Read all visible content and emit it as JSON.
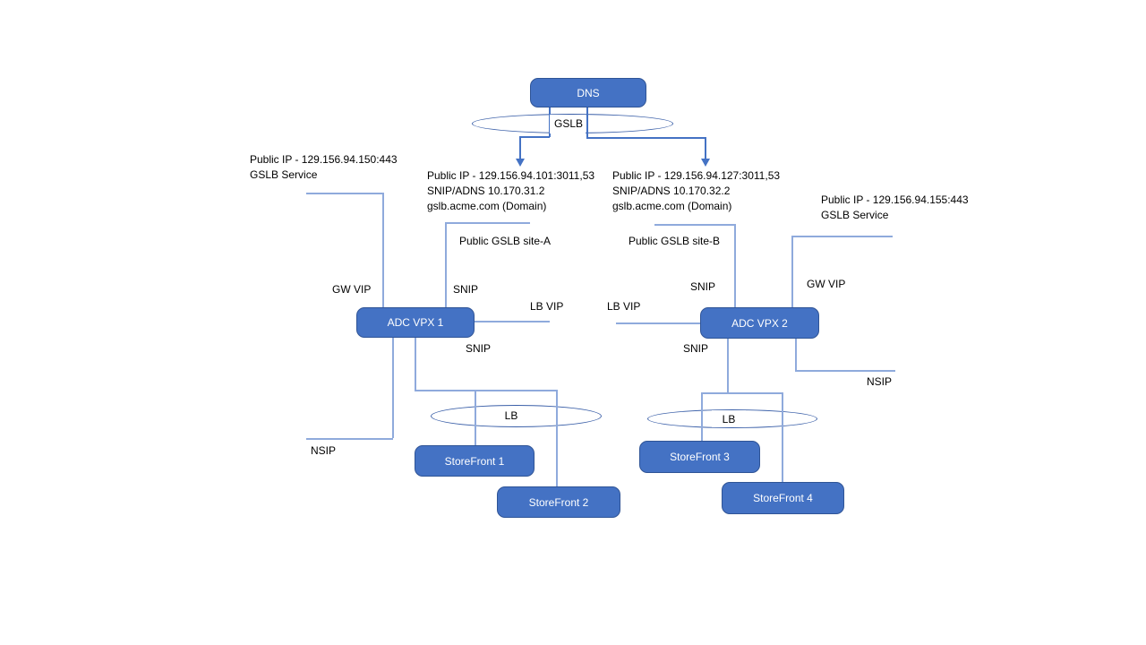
{
  "diagram": {
    "type": "network-topology",
    "nodes": {
      "dns": {
        "label": "DNS"
      },
      "adc1": {
        "label": "ADC VPX 1"
      },
      "adc2": {
        "label": "ADC VPX 2"
      },
      "sf1": {
        "label": "StoreFront 1"
      },
      "sf2": {
        "label": "StoreFront 2"
      },
      "sf3": {
        "label": "StoreFront 3"
      },
      "sf4": {
        "label": "StoreFront 4"
      }
    },
    "ellipses": {
      "gslb": {
        "label": "GSLB"
      },
      "lb_left": {
        "label": "LB"
      },
      "lb_right": {
        "label": "LB"
      }
    },
    "annotations": {
      "left_public_ip": "Public IP - 129.156.94.150:443\nGSLB Service",
      "site_a_public_ip": "Public IP - 129.156.94.101:3011,53\nSNIP/ADNS 10.170.31.2\ngslb.acme.com (Domain)",
      "site_b_public_ip": "Public IP - 129.156.94.127:3011,53\nSNIP/ADNS 10.170.32.2\ngslb.acme.com (Domain)",
      "right_public_ip": "Public IP - 129.156.94.155:443\nGSLB Service",
      "site_a": "Public GSLB site-A",
      "site_b": "Public GSLB site-B",
      "gw_vip_left": "GW VIP",
      "snip_left_top": "SNIP",
      "lb_vip_left": "LB VIP",
      "lb_vip_right": "LB VIP",
      "snip_right_top": "SNIP",
      "gw_vip_right": "GW VIP",
      "snip_left_bottom": "SNIP",
      "snip_right_bottom": "SNIP",
      "nsip_left": "NSIP",
      "nsip_right": "NSIP"
    },
    "colors": {
      "node_fill": "#4472C4",
      "node_border": "#2F5496",
      "connector": "#8FAADC",
      "arrow": "#4472C4",
      "ellipse_stroke": "#3A5FA8",
      "text": "#000000",
      "background": "#FFFFFF"
    }
  }
}
